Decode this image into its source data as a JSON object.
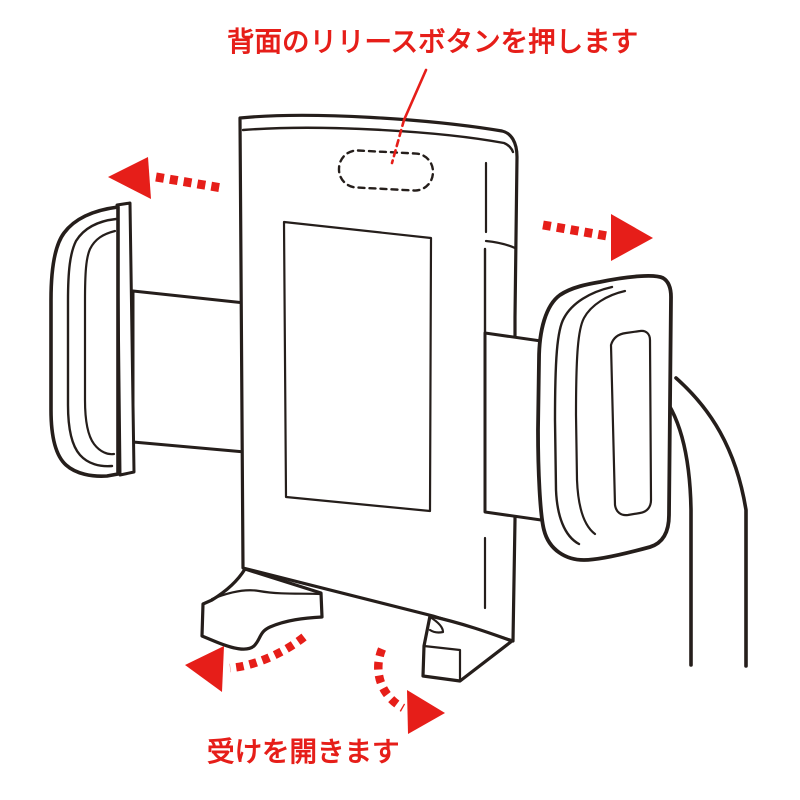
{
  "figure": {
    "type": "product-instruction-diagram",
    "subject": "smartphone-holder-clamp",
    "labels": {
      "top": "背面のリリースボタンを押します",
      "bottom": "受けを開きます"
    },
    "colors": {
      "accent_red": "#e61e19",
      "line": "#251e1b",
      "background": "#ffffff"
    },
    "icons": [
      "arrow-left-icon",
      "arrow-right-icon",
      "curved-arrow-left-icon",
      "curved-arrow-right-icon",
      "release-button-outline"
    ]
  }
}
